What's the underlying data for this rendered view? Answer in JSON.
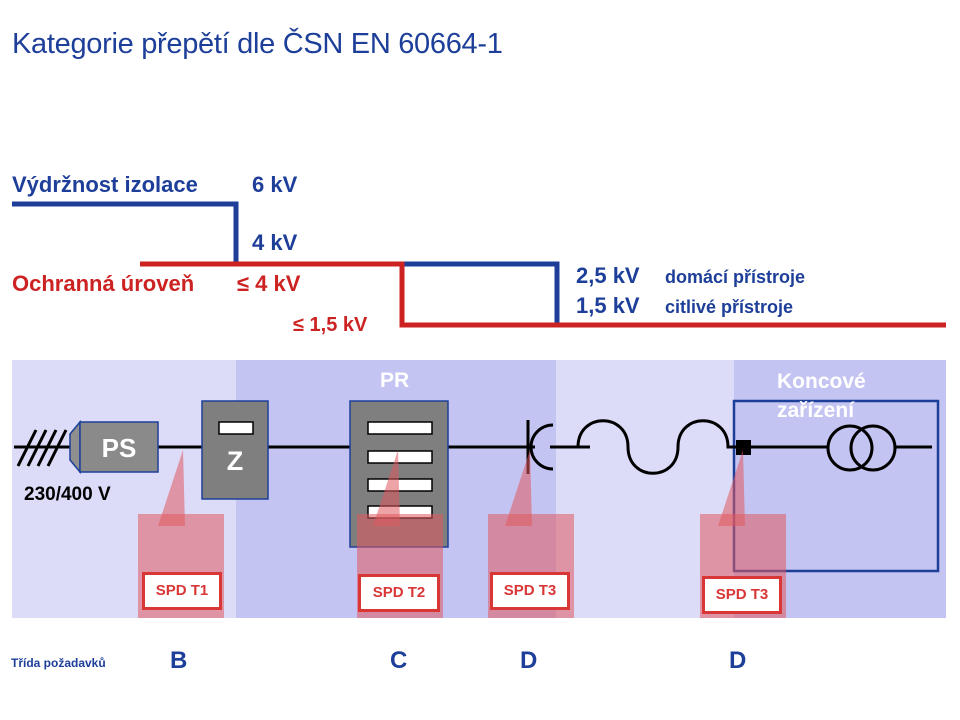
{
  "title": "Kategorie přepětí dle ČSN EN 60664-1",
  "insulation": {
    "label": "Výdržnost izolace",
    "level_6kv": "6 kV",
    "level_4kv": "4 kV",
    "level_2_5kv": "2,5 kV",
    "level_1_5kv": "1,5 kV",
    "note_home": "domácí přístroje",
    "note_sensitive": "citlivé přístroje"
  },
  "protection": {
    "label": "Ochranná úroveň",
    "level_4kv": "≤ 4 kV",
    "level_1_5kv": "≤ 1,5 kV"
  },
  "zones": {
    "pr_label": "PR",
    "end_devices_line1": "Koncové",
    "end_devices_line2": "zařízení"
  },
  "components": {
    "ps": "PS",
    "z": "Z",
    "voltage": "230/400 V"
  },
  "spd": [
    "SPD T1",
    "SPD T2",
    "SPD T3",
    "SPD T3"
  ],
  "requirement_classes": {
    "label": "Třída požadavků",
    "items": [
      "B",
      "C",
      "D",
      "D"
    ]
  },
  "colors": {
    "blue": "#1e3f99",
    "red": "#cc2222",
    "zone_light": "#dcdcf8",
    "zone_mid": "#c4c4f2",
    "spd_fill": "#e48a8e",
    "gray_box": "#7f7f7f"
  }
}
